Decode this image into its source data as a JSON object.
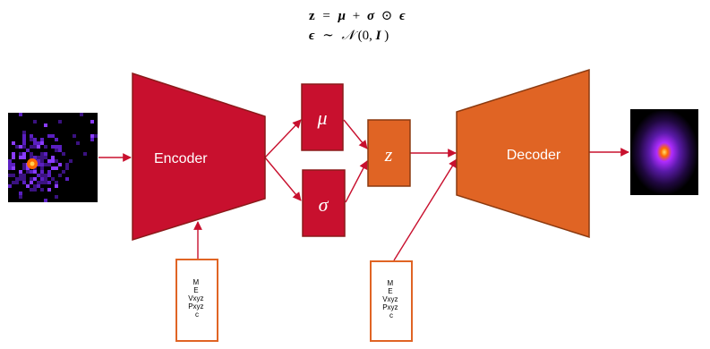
{
  "equations": {
    "line1": {
      "z": "z",
      "eq": "=",
      "mu": "μ",
      "plus": "+",
      "sigma": "σ",
      "odot": "⊙",
      "eps": "ϵ"
    },
    "line2": {
      "eps": "ϵ",
      "sim": "∼",
      "N": "𝒩",
      "open": "(0, ",
      "I": "I",
      "close": ")"
    }
  },
  "encoder": {
    "label": "Encoder"
  },
  "decoder": {
    "label": "Decoder"
  },
  "mu_box": {
    "label": "μ"
  },
  "sigma_box": {
    "label": "σ"
  },
  "z_box": {
    "label": "z"
  },
  "condition_left": {
    "lines": [
      "M",
      "E",
      "Vxyz",
      "Pxyz",
      "c"
    ]
  },
  "condition_right": {
    "lines": [
      "M",
      "E",
      "Vxyz",
      "Pxyz",
      "c"
    ]
  },
  "colors": {
    "encoder_red": "#c8102e",
    "encoder_edge": "#8b1a1a",
    "decoder_orange": "#e06424",
    "decoder_edge": "#8b3a10",
    "arrow": "#c8102e",
    "cond_border": "#e06424",
    "image_bg": "#000000",
    "image_glow": "#7a2cff"
  }
}
